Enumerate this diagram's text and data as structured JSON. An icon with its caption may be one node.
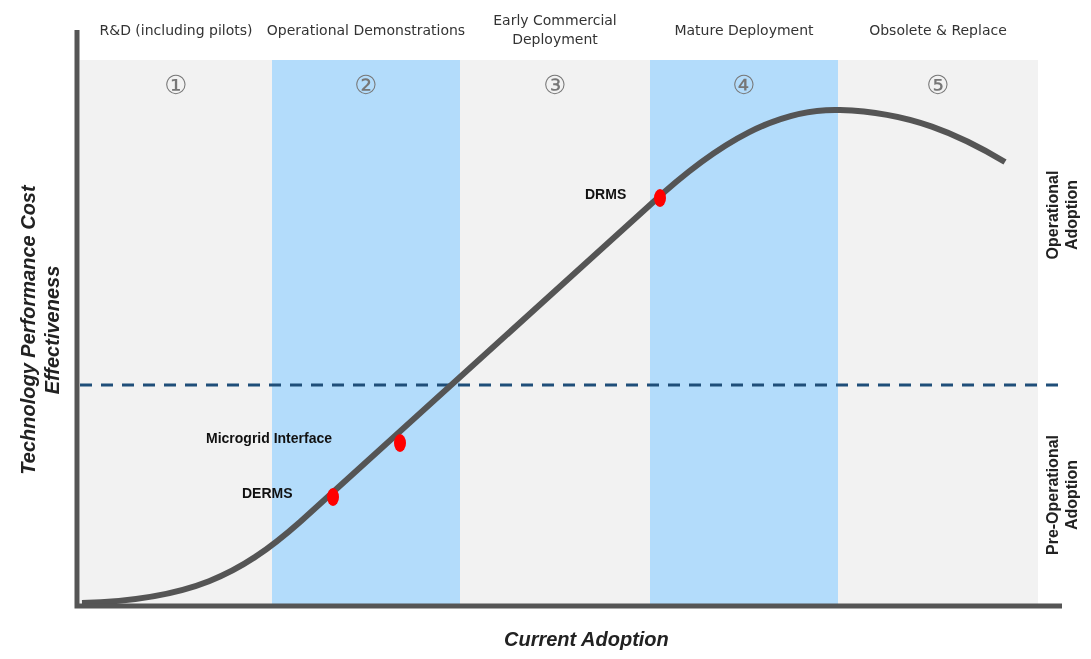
{
  "diagram": {
    "nodes": [
      {
        "text": [
          "R&D (including pilots)",
          "①"
        ]
      },
      {
        "text": [
          "Operational Demonstrations",
          "②"
        ]
      },
      {
        "text": [
          "Early Commercial Deployment",
          "③"
        ]
      },
      {
        "text": [
          "Mature Deployment",
          "④"
        ]
      },
      {
        "text": [
          "Obsolete & Replace",
          "⑤"
        ]
      }
    ],
    "edges": [],
    "labels": [
      "Technology Performance Cost Effectiveness",
      "DRMS",
      "Operational Adoption",
      "Microgrid Interface",
      "DERMS",
      "Pre-Operational Adoption",
      "Current Adoption"
    ]
  }
}
